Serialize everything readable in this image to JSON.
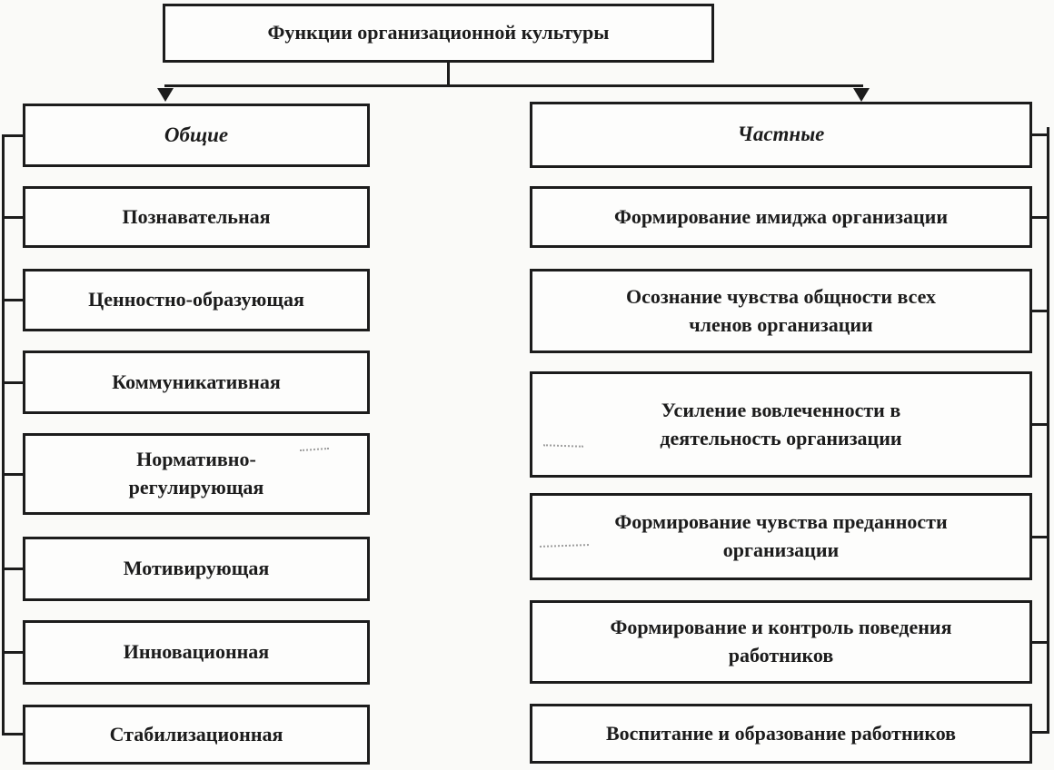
{
  "diagram": {
    "title": "Функции организационной культуры",
    "general": {
      "header": "Общие",
      "items": [
        "Познавательная",
        "Ценностно-образующая",
        "Коммуникативная",
        "Нормативно-\nрегулирующая",
        "Мотивирующая",
        "Инновационная",
        "Стабилизационная"
      ]
    },
    "specific": {
      "header": "Частные",
      "items": [
        "Формирование имиджа организации",
        "Осознание чувства общности  всех\nчленов организации",
        "Усиление вовлеченности в\nдеятельность организации",
        "Формирование чувства преданности\nорганизации",
        "Формирование и контроль поведения\nработников",
        "Воспитание и образование работников"
      ]
    },
    "colors": {
      "ink": "#1c1c1c",
      "paper": "#fafaf8",
      "box_fill": "#fdfdfc"
    }
  }
}
